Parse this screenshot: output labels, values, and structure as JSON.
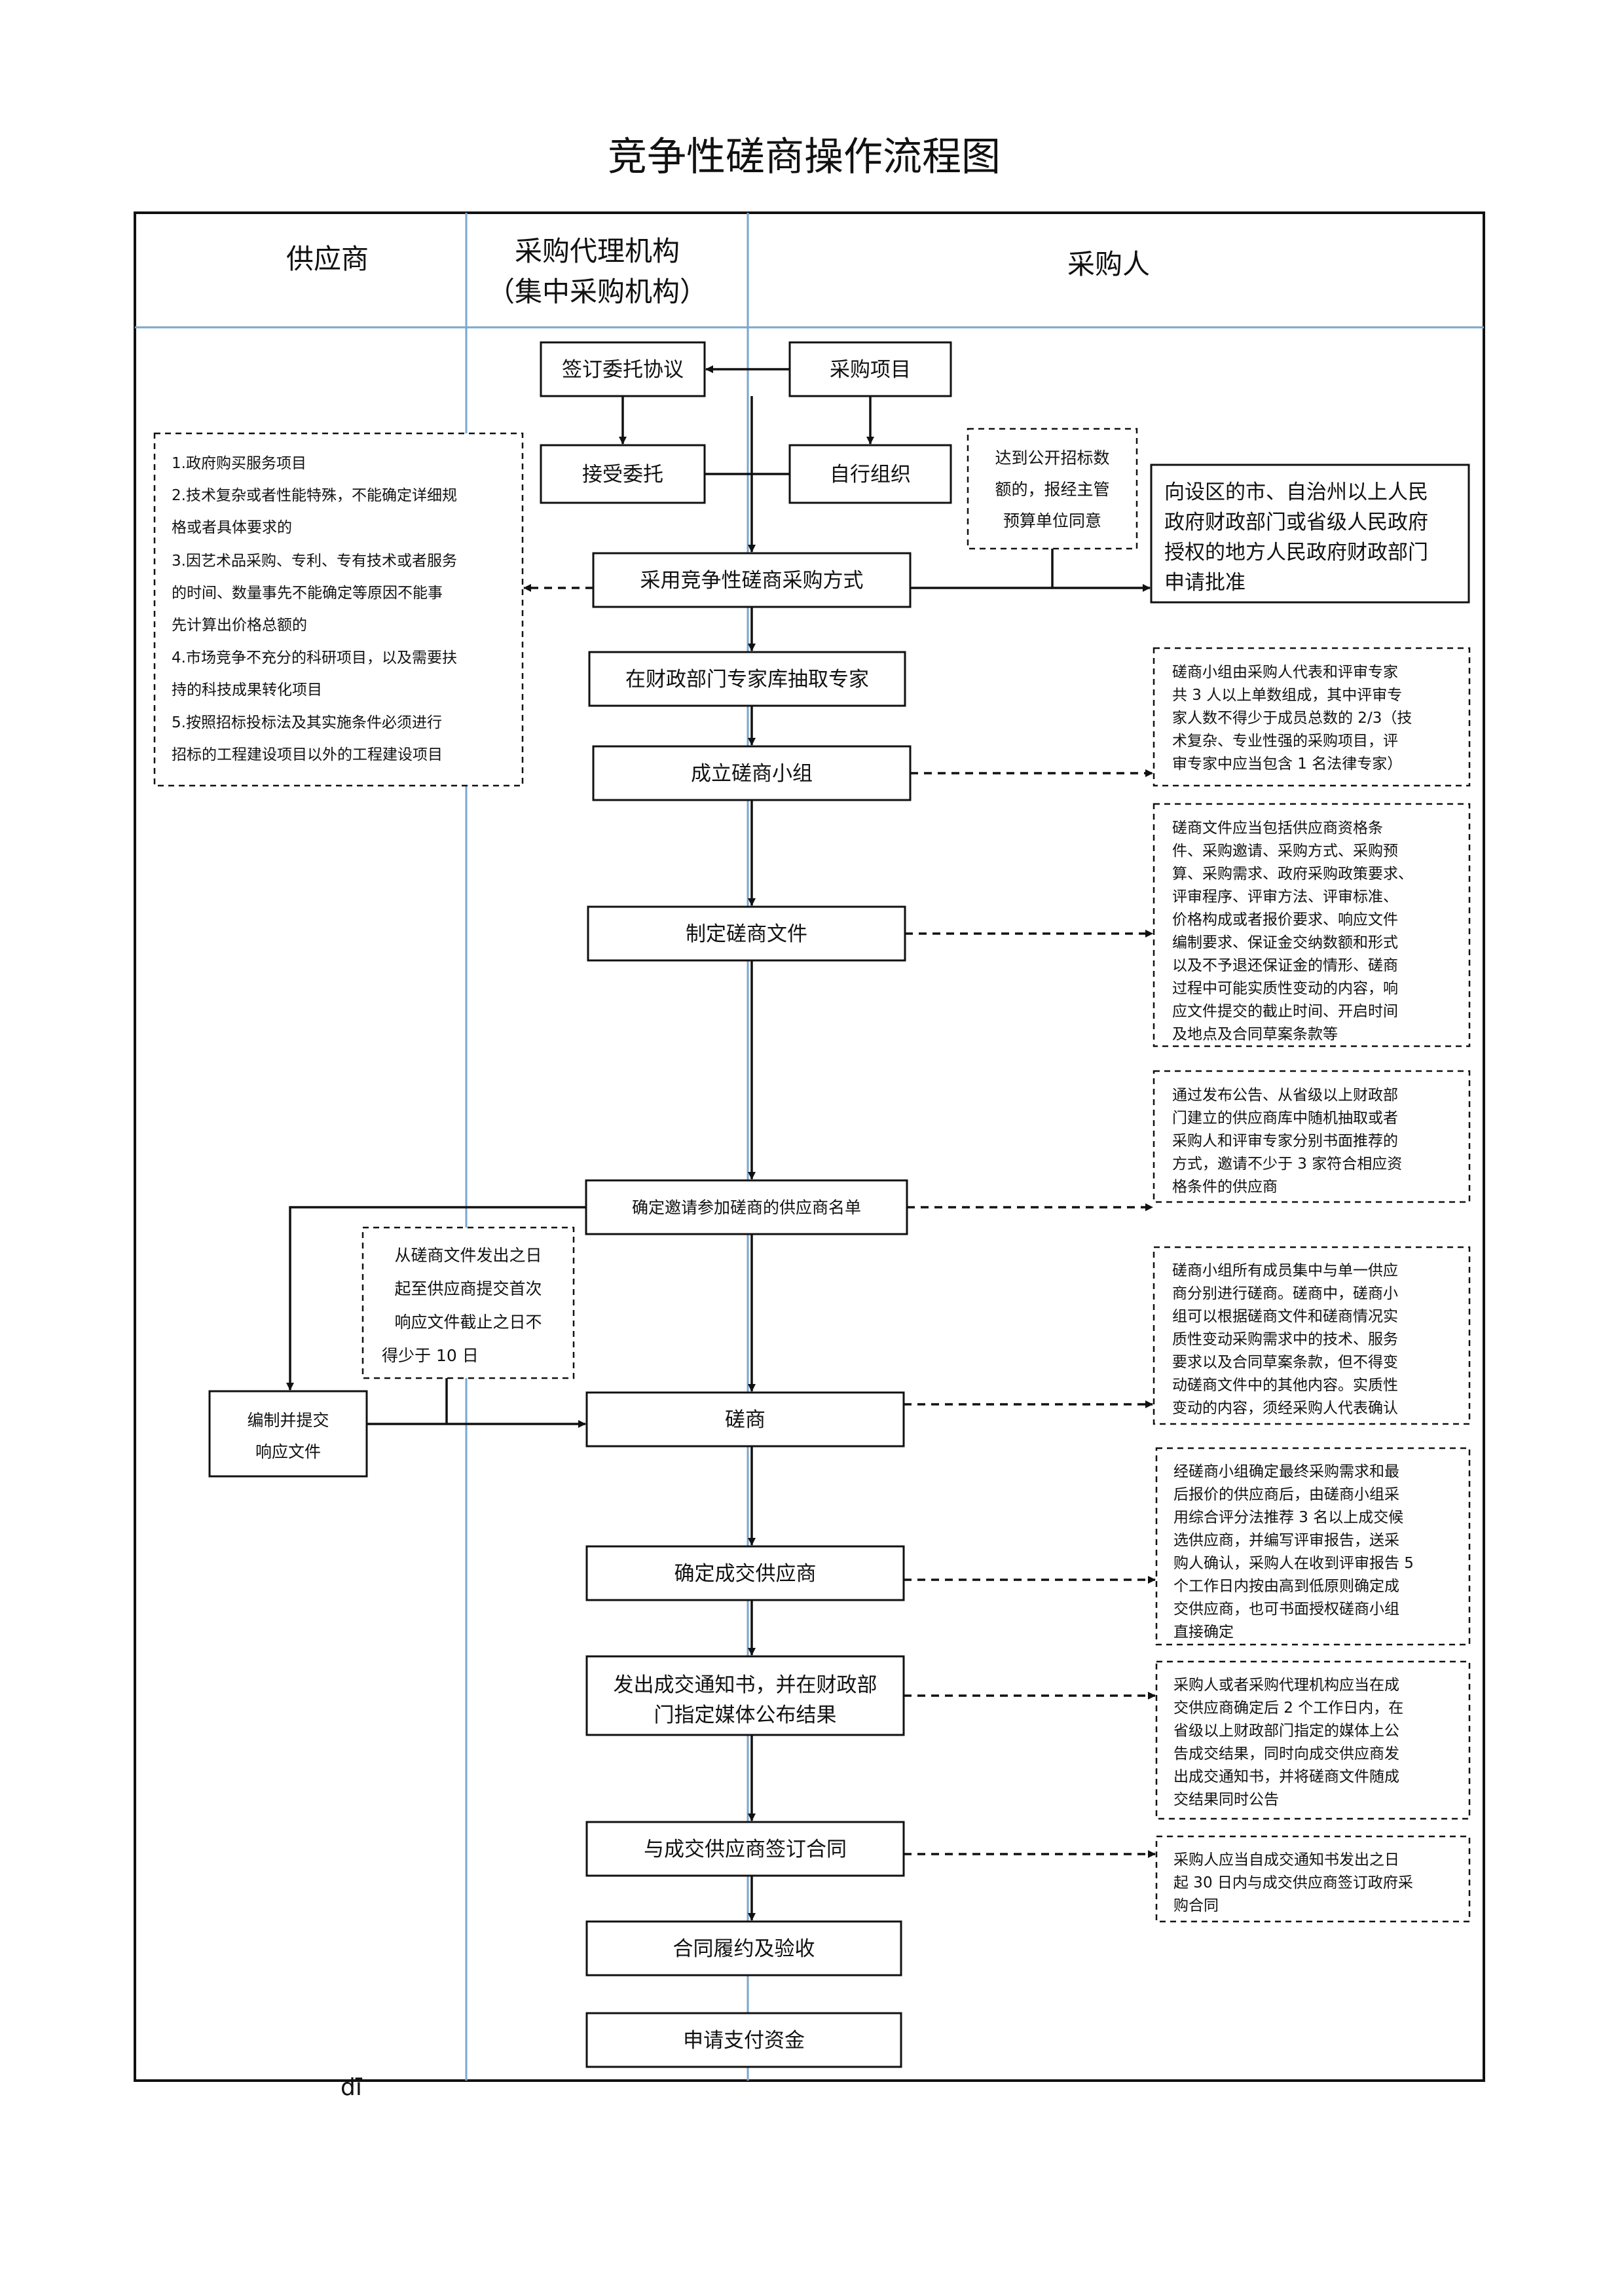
{
  "title": "竞争性磋商操作流程图",
  "lanes": {
    "supplier": "供应商",
    "agency_l1": "采购代理机构",
    "agency_l2": "（集中采购机构）",
    "purchaser": "采购人"
  },
  "nodes": {
    "sign_agreement": "签订委托协议",
    "project": "采购项目",
    "accept": "接受委托",
    "self_org": "自行组织",
    "adopt": "采用竞争性磋商采购方式",
    "experts": "在财政部门专家库抽取专家",
    "panel": "成立磋商小组",
    "doc": "制定磋商文件",
    "list": "确定邀请参加磋商的供应商名单",
    "compile_l1": "编制并提交",
    "compile_l2": "响应文件",
    "negotiate": "磋商",
    "determine": "确定成交供应商",
    "notice_l1": "发出成交通知书，并在财政部",
    "notice_l2": "门指定媒体公布结果",
    "sign_contract": "与成交供应商签订合同",
    "perform": "合同履约及验收",
    "pay": "申请支付资金"
  },
  "notes": {
    "conditions": [
      "1.政府购买服务项目",
      "2.技术复杂或者性能特殊，不能确定详细规",
      "格或者具体要求的",
      "3.因艺术品采购、专利、专有技术或者服务",
      "的时间、数量事先不能确定等原因不能事",
      "先计算出价格总额的",
      "4.市场竞争不充分的科研项目，以及需要扶",
      "持的科技成果转化项目",
      "5.按照招标投标法及其实施条件必须进行",
      "招标的工程建设项目以外的工程建设项目"
    ],
    "threshold": [
      "达到公开招标数",
      "额的，报经主管",
      "预算单位同意"
    ],
    "approval": [
      "向设区的市、自治州以上人民",
      "政府财政部门或省级人民政府",
      "授权的地方人民政府财政部门",
      "申请批准"
    ],
    "panel_note": [
      "磋商小组由采购人代表和评审专家",
      "共 3 人以上单数组成，其中评审专",
      "家人数不得少于成员总数的 2/3（技",
      "术复杂、专业性强的采购项目，评",
      "审专家中应当包含 1 名法律专家）"
    ],
    "doc_note": [
      "磋商文件应当包括供应商资格条",
      "件、采购邀请、采购方式、采购预",
      "算、采购需求、政府采购政策要求、",
      "评审程序、评审方法、评审标准、",
      "价格构成或者报价要求、响应文件",
      "编制要求、保证金交纳数额和形式",
      "以及不予退还保证金的情形、磋商",
      "过程中可能实质性变动的内容，响",
      "应文件提交的截止时间、开启时间",
      "及地点及合同草案条款等"
    ],
    "list_note": [
      "通过发布公告、从省级以上财政部",
      "门建立的供应商库中随机抽取或者",
      "采购人和评审专家分别书面推荐的",
      "方式，邀请不少于 3 家符合相应资",
      "格条件的供应商"
    ],
    "deadline": [
      "从磋商文件发出之日",
      "起至供应商提交首次",
      "响应文件截止之日不",
      "得少于 10 日"
    ],
    "negotiate_note": [
      "磋商小组所有成员集中与单一供应",
      "商分别进行磋商。磋商中，磋商小",
      "组可以根据磋商文件和磋商情况实",
      "质性变动采购需求中的技术、服务",
      "要求以及合同草案条款，但不得变",
      "动磋商文件中的其他内容。实质性",
      "变动的内容，须经采购人代表确认"
    ],
    "determine_note": [
      "经磋商小组确定最终采购需求和最",
      "后报价的供应商后，由磋商小组采",
      "用综合评分法推荐 3 名以上成交候",
      "选供应商，并编写评审报告，送采",
      "购人确认，采购人在收到评审报告 5",
      "个工作日内按由高到低原则确定成",
      "交供应商，也可书面授权磋商小组",
      "直接确定"
    ],
    "notice_note": [
      "采购人或者采购代理机构应当在成",
      "交供应商确定后 2 个工作日内，在",
      "省级以上财政部门指定的媒体上公",
      "告成交结果，同时向成交供应商发",
      "出成交通知书，并将磋商文件随成",
      "交结果同时公告"
    ],
    "contract_note": [
      "采购人应当自成交通知书发出之日",
      "起 30 日内与成交供应商签订政府采",
      "购合同"
    ]
  },
  "stray_text": "dī"
}
